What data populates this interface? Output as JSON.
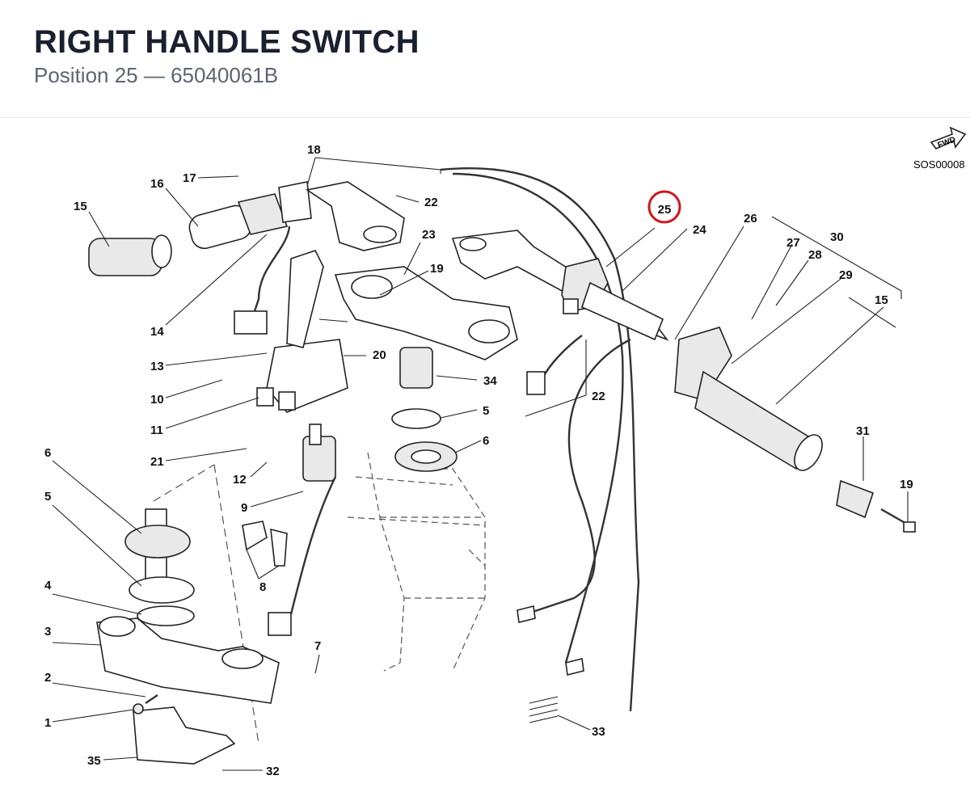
{
  "header": {
    "title": "RIGHT HANDLE SWITCH",
    "subtitle": "Position 25 — 65040061B"
  },
  "diagram": {
    "code": "SOS00008",
    "fwd_label": "FWD",
    "highlight_color": "#d0161b",
    "callouts": {
      "c1": "1",
      "c2": "2",
      "c3": "3",
      "c4": "4",
      "c5a": "5",
      "c5b": "5",
      "c6a": "6",
      "c6b": "6",
      "c7": "7",
      "c8": "8",
      "c9": "9",
      "c10": "10",
      "c11": "11",
      "c12": "12",
      "c13": "13",
      "c14": "14",
      "c15a": "15",
      "c15b": "15",
      "c16": "16",
      "c17": "17",
      "c18": "18",
      "c19a": "19",
      "c19b": "19",
      "c20": "20",
      "c21": "21",
      "c22a": "22",
      "c22b": "22",
      "c23": "23",
      "c24": "24",
      "c25": "25",
      "c26": "26",
      "c27": "27",
      "c28": "28",
      "c29": "29",
      "c30": "30",
      "c31": "31",
      "c32": "32",
      "c33": "33",
      "c34": "34",
      "c35": "35"
    }
  }
}
